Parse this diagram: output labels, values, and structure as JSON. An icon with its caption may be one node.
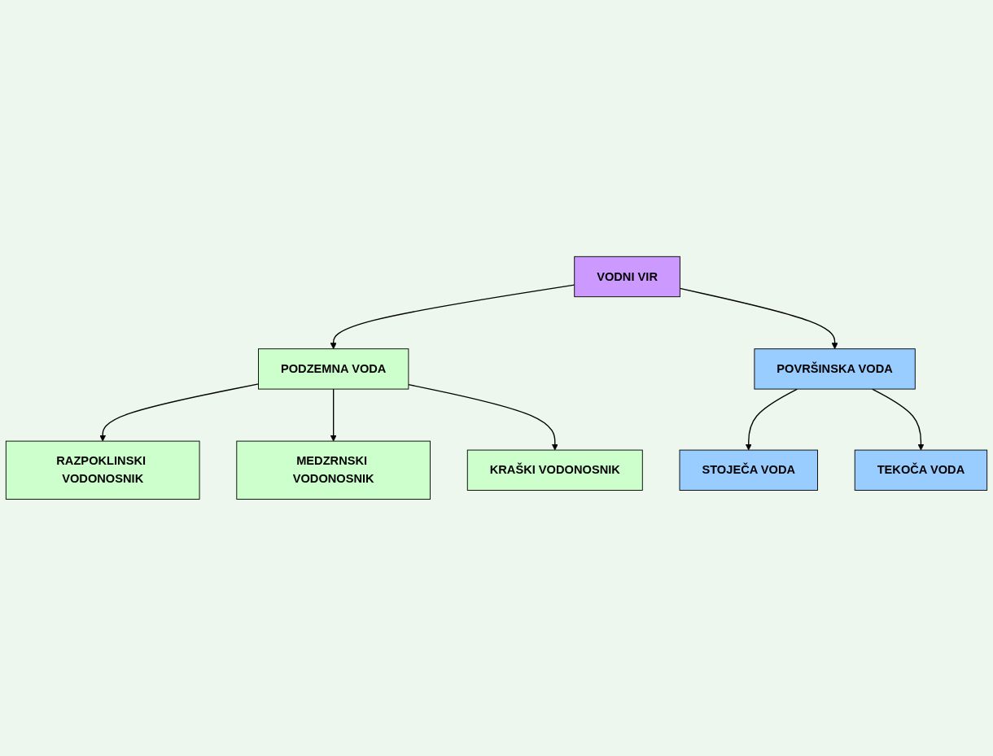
{
  "diagram": {
    "nodes": [
      {
        "text": [
          "RAZPOKLINSKI VODONOSNIK"
        ]
      },
      {
        "text": [
          "MEDZRNSKI VODONOSNIK"
        ]
      },
      {
        "text": [
          "KRAŠKI VODONOSNIK"
        ]
      },
      {
        "text": [
          "PODZEMNA VODA"
        ]
      },
      {
        "text": [
          "VODNI VIR"
        ]
      },
      {
        "text": [
          "POVRŠINSKA VODA"
        ]
      },
      {
        "text": [
          "STOJEČA VODA"
        ]
      },
      {
        "text": [
          "TEKOČA VODA"
        ]
      }
    ],
    "edges": [
      {
        "from": 3,
        "to": 0,
        "arrow": "to"
      },
      {
        "from": 3,
        "to": 1,
        "arrow": "to"
      },
      {
        "from": 3,
        "to": 2,
        "arrow": "to"
      },
      {
        "from": 4,
        "to": 3,
        "arrow": "to"
      },
      {
        "from": 4,
        "to": 5,
        "arrow": "to"
      },
      {
        "from": 5,
        "to": 6,
        "arrow": "to"
      },
      {
        "from": 5,
        "to": 7,
        "arrow": "to"
      }
    ]
  }
}
